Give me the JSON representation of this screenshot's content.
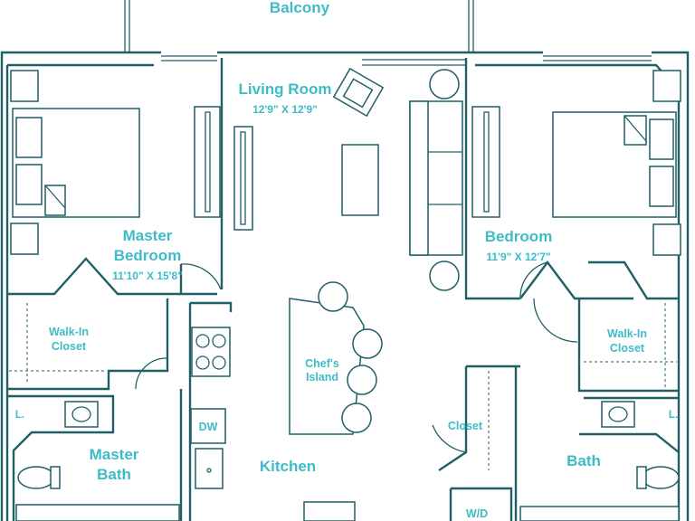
{
  "plan": {
    "balcony": "Balcony",
    "living_room": {
      "name": "Living Room",
      "dim": "12'9\" X 12'9\""
    },
    "master_bedroom": {
      "name1": "Master",
      "name2": "Bedroom",
      "dim": "11'10\" X 15'8\""
    },
    "bedroom": {
      "name": "Bedroom",
      "dim": "11'9\" X 12'7\""
    },
    "walkin_left": {
      "line1": "Walk-In",
      "line2": "Closet"
    },
    "walkin_right": {
      "line1": "Walk-In",
      "line2": "Closet"
    },
    "chefs_island": {
      "line1": "Chef's",
      "line2": "Island"
    },
    "master_bath": {
      "line1": "Master",
      "line2": "Bath"
    },
    "kitchen": "Kitchen",
    "closet": "Closet",
    "bath": "Bath",
    "dw": "DW",
    "wd": "W/D",
    "linen_left": "L.",
    "linen_right": "L."
  },
  "colors": {
    "line": "#1f5f66",
    "label": "#3dbcc8",
    "background": "#ffffff"
  }
}
